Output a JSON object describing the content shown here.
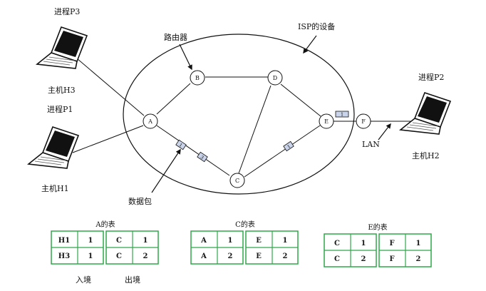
{
  "labels": {
    "process_p3": "进程P3",
    "host_h3": "主机H3",
    "process_p1": "进程P1",
    "host_h1": "主机H1",
    "process_p2": "进程P2",
    "host_h2": "主机H2",
    "router": "路由器",
    "isp_equipment": "ISP的设备",
    "lan": "LAN",
    "packet": "数据包",
    "ingress": "入境",
    "egress": "出境"
  },
  "nodes": {
    "A": "A",
    "B": "B",
    "C": "C",
    "D": "D",
    "E": "E",
    "F": "F"
  },
  "packet_marks": {
    "ab_left": "1",
    "ab_right": "3",
    "cd_right": "1",
    "e_top": "1"
  },
  "tables": {
    "A": {
      "title": "A的表",
      "in_rows": [
        [
          "H1",
          "1"
        ],
        [
          "H3",
          "1"
        ]
      ],
      "out_rows": [
        [
          "C",
          "1"
        ],
        [
          "C",
          "2"
        ]
      ]
    },
    "C": {
      "title": "C的表",
      "in_rows": [
        [
          "A",
          "1"
        ],
        [
          "A",
          "2"
        ]
      ],
      "out_rows": [
        [
          "E",
          "1"
        ],
        [
          "E",
          "2"
        ]
      ]
    },
    "E": {
      "title": "E的表",
      "in_rows": [
        [
          "C",
          "1"
        ],
        [
          "C",
          "2"
        ]
      ],
      "out_rows": [
        [
          "F",
          "1"
        ],
        [
          "F",
          "2"
        ]
      ]
    }
  },
  "colors": {
    "table_border": "#2fa84a",
    "packet_fill": "#c9d4ea",
    "line": "#111111"
  }
}
